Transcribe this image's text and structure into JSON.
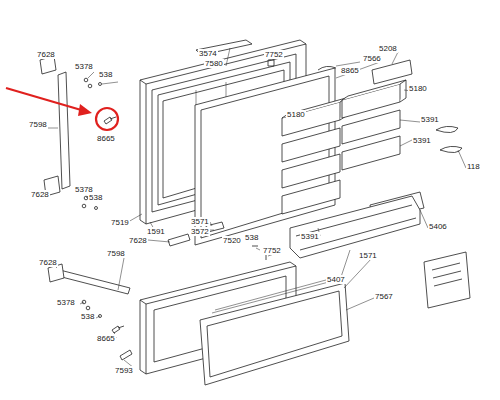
{
  "diagram": {
    "labels": [
      "7628",
      "5378",
      "538",
      "7598",
      "8665",
      "7628",
      "5378",
      "538",
      "7519",
      "1591",
      "3574",
      "7752",
      "7580",
      "8865",
      "7566",
      "5208",
      "5180",
      "5180",
      "5391",
      "5391",
      "118",
      "3571",
      "3572",
      "7520",
      "538",
      "7752",
      "5391",
      "5406",
      "7628",
      "7598",
      "7628",
      "1571",
      "5407",
      "5378",
      "538",
      "7567",
      "8665",
      "7593"
    ]
  }
}
